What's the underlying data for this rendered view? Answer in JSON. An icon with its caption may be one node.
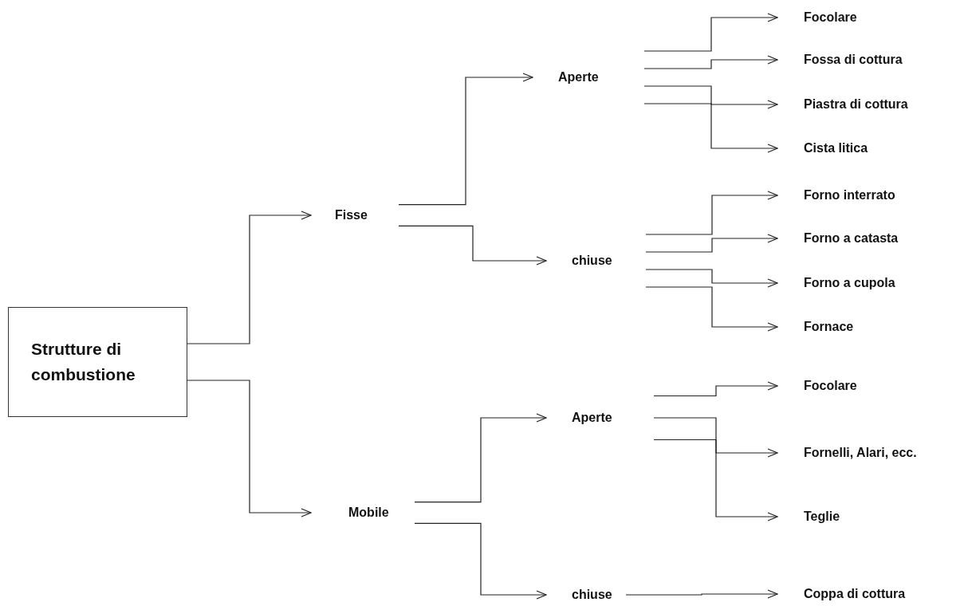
{
  "diagram": {
    "nodes": [
      {
        "text": [
          "Strutture di combustione"
        ]
      },
      {
        "text": [
          "Fisse"
        ]
      },
      {
        "text": [
          "Mobile"
        ]
      },
      {
        "text": [
          "Aperte"
        ]
      },
      {
        "text": [
          "chiuse"
        ]
      },
      {
        "text": [
          "Focolare"
        ]
      },
      {
        "text": [
          "Fossa di cottura"
        ]
      },
      {
        "text": [
          "Piastra di cottura"
        ]
      },
      {
        "text": [
          "Cista litica"
        ]
      },
      {
        "text": [
          "Forno interrato"
        ]
      },
      {
        "text": [
          "Forno a catasta"
        ]
      },
      {
        "text": [
          "Forno a cupola"
        ]
      },
      {
        "text": [
          "Fornace"
        ]
      },
      {
        "text": [
          "Aperte"
        ]
      },
      {
        "text": [
          "chiuse"
        ]
      },
      {
        "text": [
          "Focolare"
        ]
      },
      {
        "text": [
          "Fornelli, Alari, ecc."
        ]
      },
      {
        "text": [
          "Teglie"
        ]
      },
      {
        "text": [
          "Coppa di cottura"
        ]
      }
    ],
    "edges": [
      {
        "from": 0,
        "to": 1,
        "arrow": "to"
      },
      {
        "from": 0,
        "to": 2,
        "arrow": "to"
      },
      {
        "from": 1,
        "to": 3,
        "arrow": "to"
      },
      {
        "from": 1,
        "to": 4,
        "arrow": "to"
      },
      {
        "from": 3,
        "to": 5,
        "arrow": "to"
      },
      {
        "from": 3,
        "to": 6,
        "arrow": "to"
      },
      {
        "from": 3,
        "to": 7,
        "arrow": "to"
      },
      {
        "from": 3,
        "to": 8,
        "arrow": "to"
      },
      {
        "from": 4,
        "to": 9,
        "arrow": "to"
      },
      {
        "from": 4,
        "to": 10,
        "arrow": "to"
      },
      {
        "from": 4,
        "to": 11,
        "arrow": "to"
      },
      {
        "from": 4,
        "to": 12,
        "arrow": "to"
      },
      {
        "from": 2,
        "to": 13,
        "arrow": "to"
      },
      {
        "from": 2,
        "to": 14,
        "arrow": "to"
      },
      {
        "from": 13,
        "to": 15,
        "arrow": "to"
      },
      {
        "from": 13,
        "to": 16,
        "arrow": "to"
      },
      {
        "from": 13,
        "to": 17,
        "arrow": "to"
      },
      {
        "from": 14,
        "to": 18,
        "arrow": "to"
      }
    ]
  }
}
